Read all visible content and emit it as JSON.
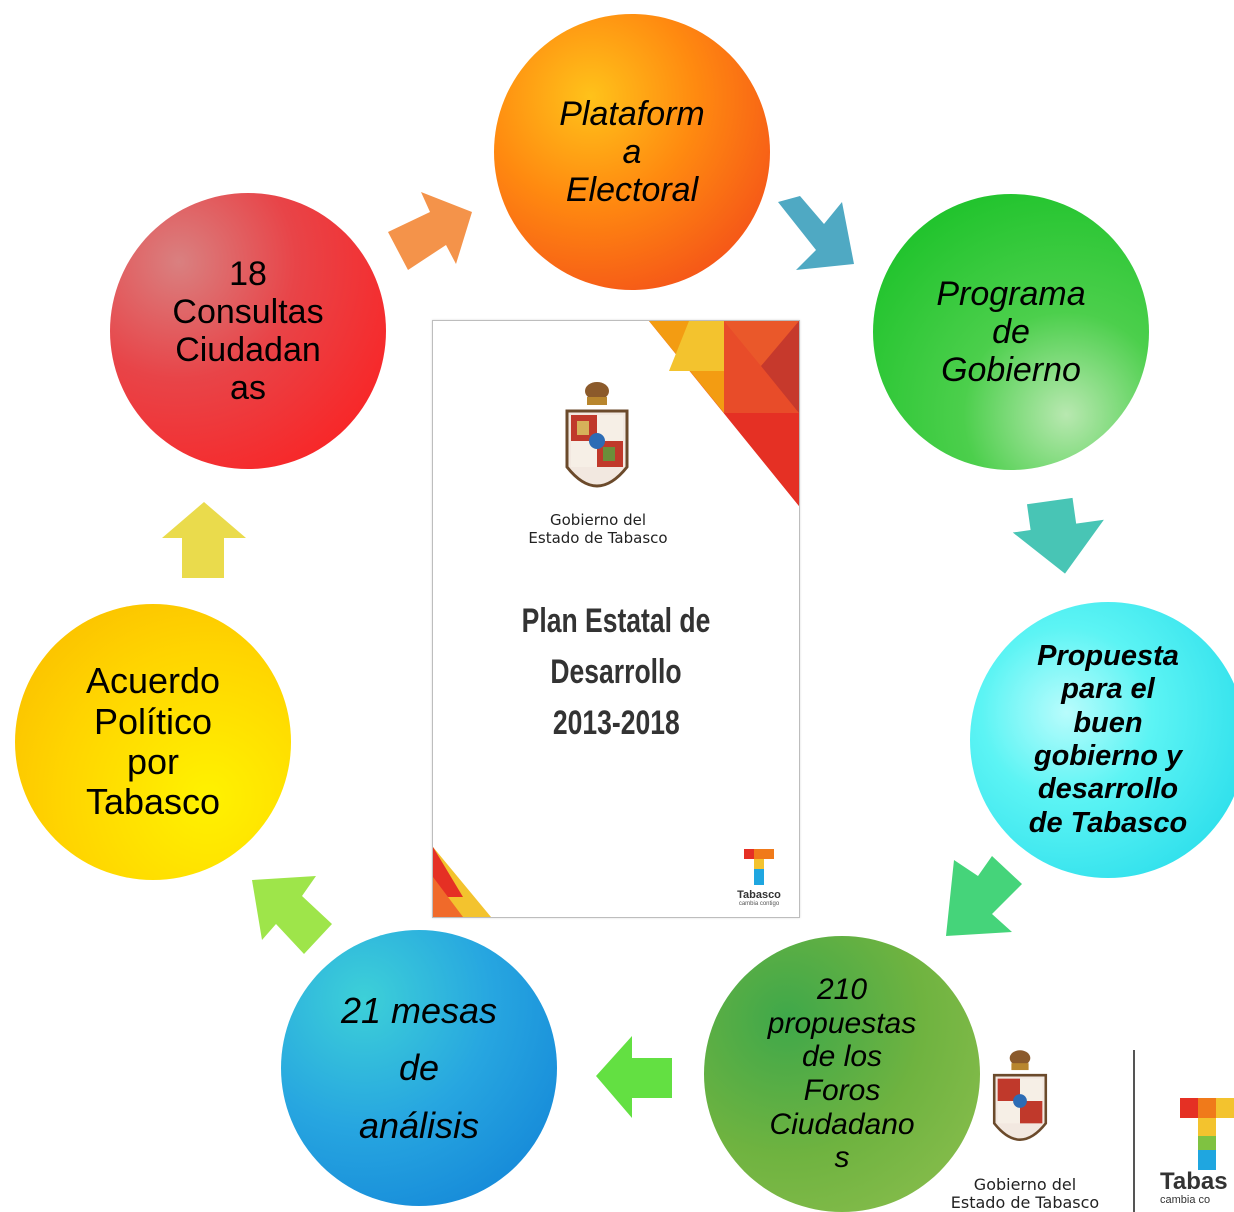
{
  "nodes": [
    {
      "id": "plataforma",
      "text": "Plataform\na\nElectoral",
      "color": "#f37021"
    },
    {
      "id": "programa",
      "text": "Programa\nde\nGobierno",
      "color": "#2dbf3a"
    },
    {
      "id": "propuesta",
      "text": "Propuesta\npara el\nbuen\ngobierno y\ndesarrollo\nde Tabasco",
      "color": "#2cf0f0"
    },
    {
      "id": "propuestas210",
      "text": "210\npropuestas\nde los\nForos\nCiudadano\ns",
      "color": "#5aa83a"
    },
    {
      "id": "mesas",
      "text": "21 mesas\nde\nanálisis",
      "color": "#1d8fd8"
    },
    {
      "id": "acuerdo",
      "text": "Acuerdo\nPolítico\npor\nTabasco",
      "color": "#ffd400"
    },
    {
      "id": "consultas",
      "text": "18\nConsultas\nCiudadan\nas",
      "color": "#e8232a"
    }
  ],
  "document": {
    "gov_line1": "Gobierno del",
    "gov_line2": "Estado de Tabasco",
    "title_line1": "Plan Estatal de Desarrollo",
    "title_line2": "2013-2018",
    "brand": "Tabasco",
    "brand_tagline": "cambia contigo"
  },
  "footer": {
    "gov_line1": "Gobierno del",
    "gov_line2": "Estado de Tabasco",
    "brand": "Tabas",
    "brand_tagline": "cambia co"
  }
}
